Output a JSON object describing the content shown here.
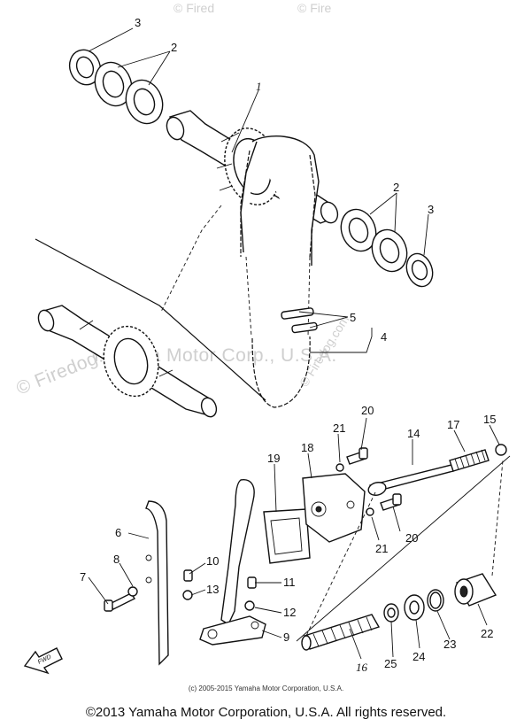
{
  "diagram": {
    "callouts": {
      "c1": "1",
      "c2a": "2",
      "c2b": "2",
      "c3a": "3",
      "c3b": "3",
      "c4": "4",
      "c5": "5",
      "c6": "6",
      "c7": "7",
      "c8": "8",
      "c9": "9",
      "c10": "10",
      "c11": "11",
      "c12": "12",
      "c13": "13",
      "c14": "14",
      "c15": "15",
      "c16": "16",
      "c17": "17",
      "c18": "18",
      "c19": "19",
      "c20a": "20",
      "c20b": "20",
      "c21a": "21",
      "c21b": "21",
      "c22": "22",
      "c23": "23",
      "c24": "24",
      "c25": "25"
    },
    "fwd_label": "FWD"
  },
  "watermarks": {
    "main": "Yamaha Motor Corp., U.S.A.",
    "firedog_left": "© Firedog.com",
    "firedog_right": "© Firedog.com",
    "firedog_top_left": "© Fired",
    "firedog_top_right": "© Fire"
  },
  "footer": {
    "small_copyright": "(c) 2005-2015 Yamaha Motor Corporation, U.S.A.",
    "copyright": "©2013 Yamaha Motor Corporation, U.S.A. All rights reserved."
  }
}
